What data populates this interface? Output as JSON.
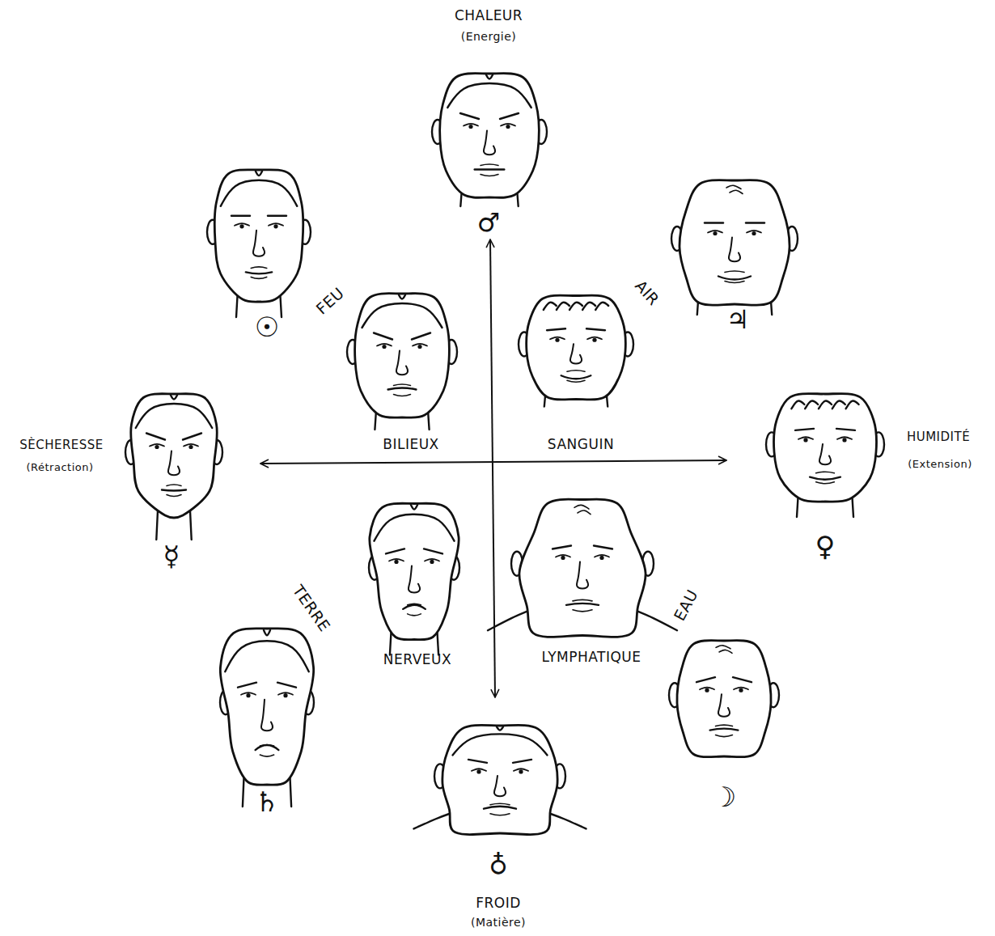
{
  "diagram": {
    "labels": [
      "CHALEUR",
      "(Energie)",
      "♂",
      "FEU",
      "☉",
      "AIR",
      "♃",
      "BILIEUX",
      "SANGUIN",
      "SÈCHERESSE",
      "(Rétraction)",
      "HUMIDITÉ",
      "(Extension)",
      "☿",
      "♀",
      "NERVEUX",
      "LYMPHATIQUE",
      "TERRE",
      "EAU",
      "♄",
      "☽",
      "♁",
      "FROID",
      "(Matière)"
    ]
  }
}
